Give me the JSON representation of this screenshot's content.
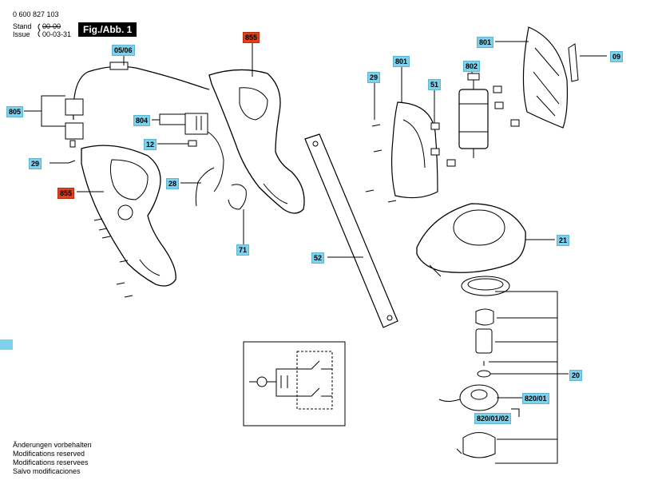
{
  "header": {
    "doc_number": "0 600 827 103",
    "stand_label": "Stand",
    "stand_value": "00-00",
    "issue_label": "Issue",
    "issue_value": "00-03-31",
    "figure_title": "Fig./Abb. 1"
  },
  "labels": {
    "l_0506": "05/06",
    "l_805": "805",
    "l_29a": "29",
    "l_855a": "855",
    "l_855b": "855",
    "l_804": "804",
    "l_12": "12",
    "l_28": "28",
    "l_71": "71",
    "l_52": "52",
    "l_29b": "29",
    "l_801a": "801",
    "l_51": "51",
    "l_802": "802",
    "l_801b": "801",
    "l_09": "09",
    "l_21": "21",
    "l_20": "20",
    "l_82001": "820/01",
    "l_8200102": "820/01/02"
  },
  "notes": [
    "Änderungen vorbehalten",
    "Modifications reserved",
    "Modifications reservees",
    "Salvo modificaciones"
  ],
  "colors": {
    "label_blue": "#7fd0ea",
    "label_red": "#e0401c"
  }
}
